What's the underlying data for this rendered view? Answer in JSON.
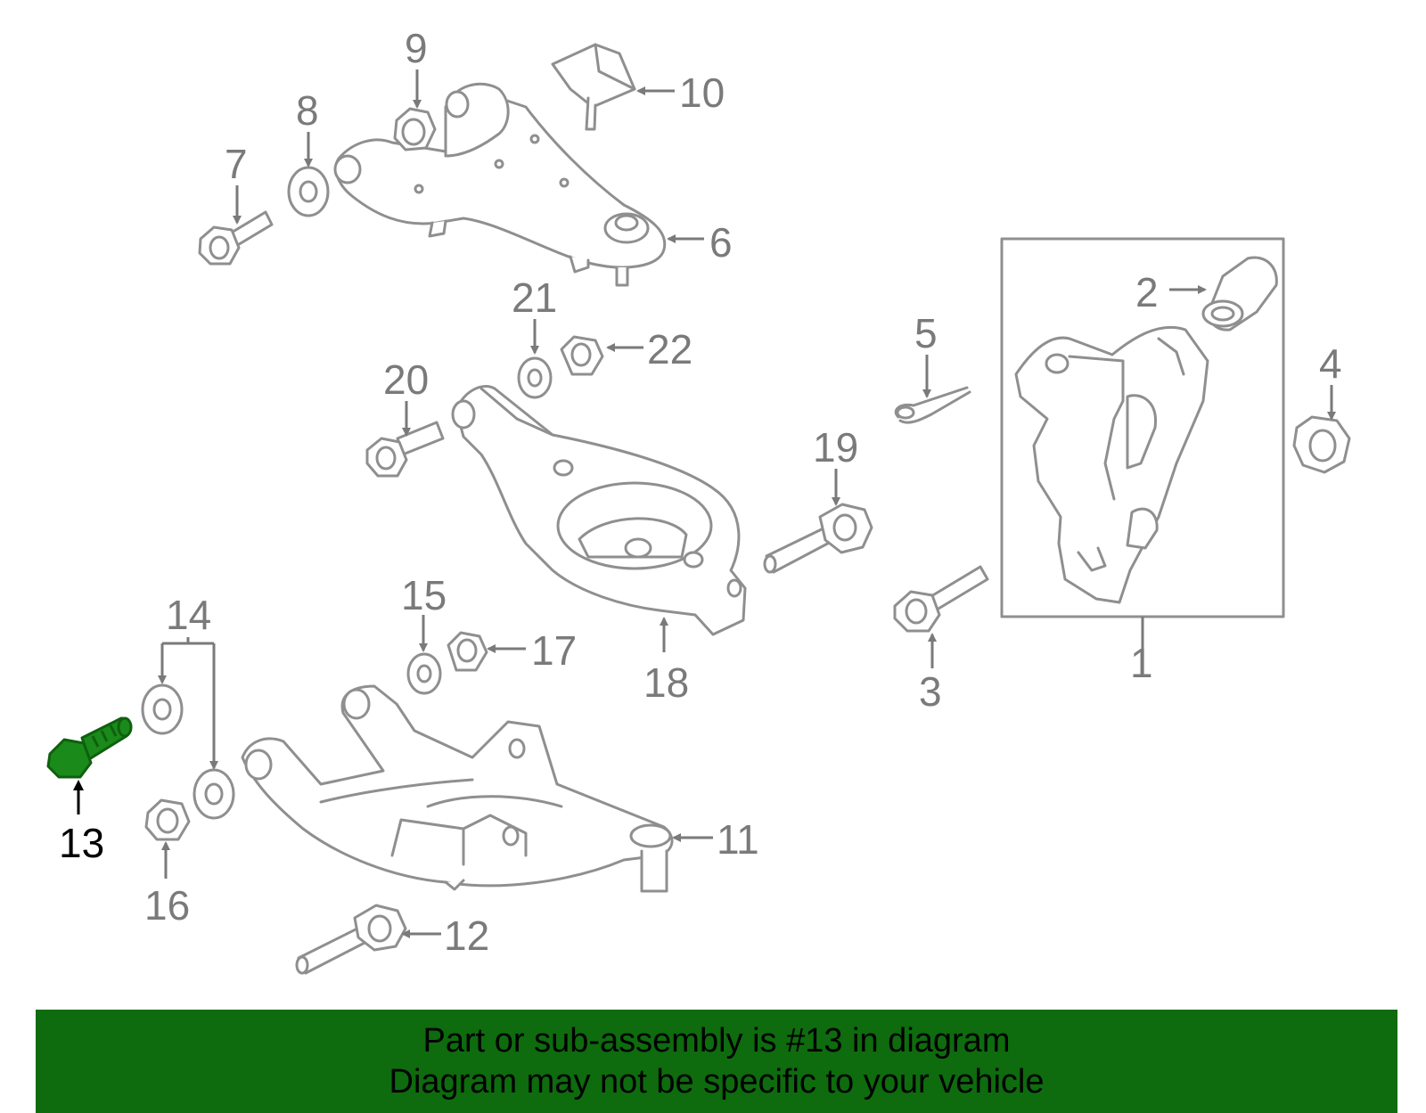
{
  "diagram": {
    "part_color": "#8f8f8f",
    "highlight_color": "#1a8a1a",
    "highlight_dark": "#0f5f0f",
    "label_color": "#7a7a7a",
    "highlighted_label_color": "#000000",
    "highlighted_part": "13",
    "callouts": [
      {
        "id": "c1",
        "text": "1"
      },
      {
        "id": "c2",
        "text": "2"
      },
      {
        "id": "c3",
        "text": "3"
      },
      {
        "id": "c4",
        "text": "4"
      },
      {
        "id": "c5",
        "text": "5"
      },
      {
        "id": "c6",
        "text": "6"
      },
      {
        "id": "c7",
        "text": "7"
      },
      {
        "id": "c8",
        "text": "8"
      },
      {
        "id": "c9",
        "text": "9"
      },
      {
        "id": "c10",
        "text": "10"
      },
      {
        "id": "c11",
        "text": "11"
      },
      {
        "id": "c12",
        "text": "12"
      },
      {
        "id": "c13",
        "text": "13"
      },
      {
        "id": "c14",
        "text": "14"
      },
      {
        "id": "c15",
        "text": "15"
      },
      {
        "id": "c16",
        "text": "16"
      },
      {
        "id": "c17",
        "text": "17"
      },
      {
        "id": "c18",
        "text": "18"
      },
      {
        "id": "c19",
        "text": "19"
      },
      {
        "id": "c20",
        "text": "20"
      },
      {
        "id": "c21",
        "text": "21"
      },
      {
        "id": "c22",
        "text": "22"
      }
    ]
  },
  "banner": {
    "background": "#0e6b0e",
    "line1": "Part or sub-assembly is #13 in diagram",
    "line2": "Diagram may not be specific to your vehicle"
  }
}
